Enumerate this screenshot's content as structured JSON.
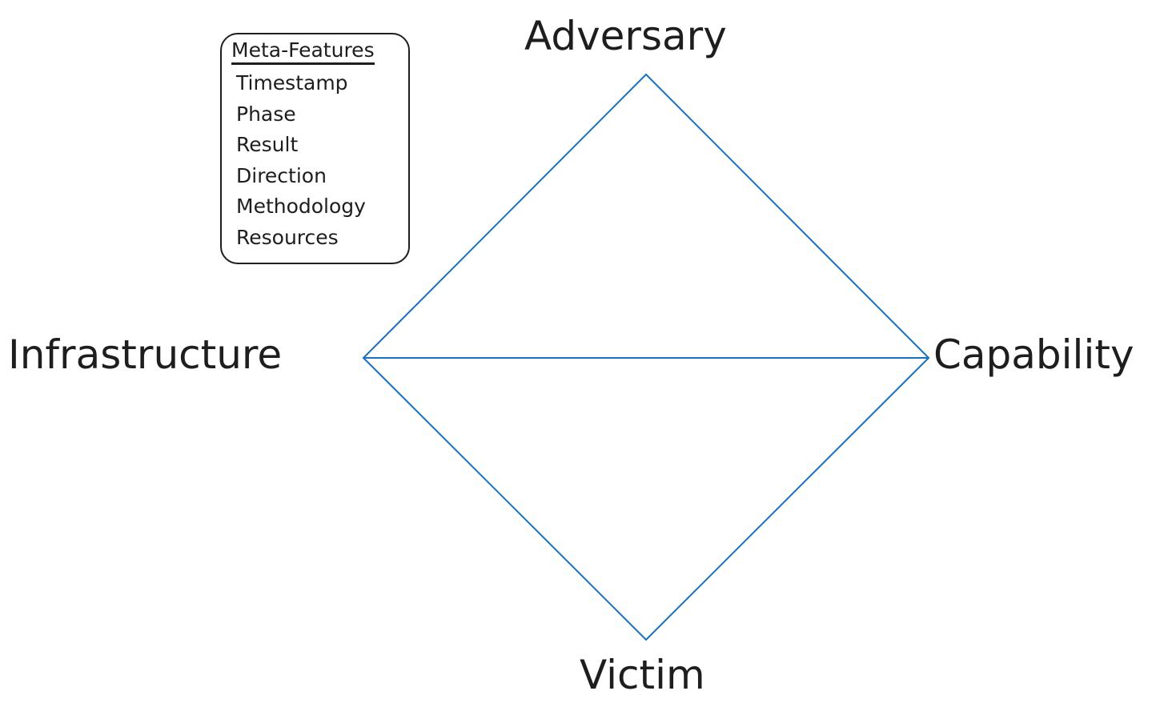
{
  "diagram": {
    "vertices": {
      "adversary": "Adversary",
      "infrastructure": "Infrastructure",
      "capability": "Capability",
      "victim": "Victim"
    },
    "edges": [
      [
        "adversary",
        "infrastructure"
      ],
      [
        "adversary",
        "capability"
      ],
      [
        "infrastructure",
        "victim"
      ],
      [
        "capability",
        "victim"
      ],
      [
        "infrastructure",
        "capability"
      ]
    ],
    "edge_color": "#1971c2",
    "text_color": "#1e1e1e"
  },
  "meta_features": {
    "title": "Meta-Features",
    "items": [
      "Timestamp",
      "Phase",
      "Result",
      "Direction",
      "Methodology",
      "Resources"
    ]
  }
}
